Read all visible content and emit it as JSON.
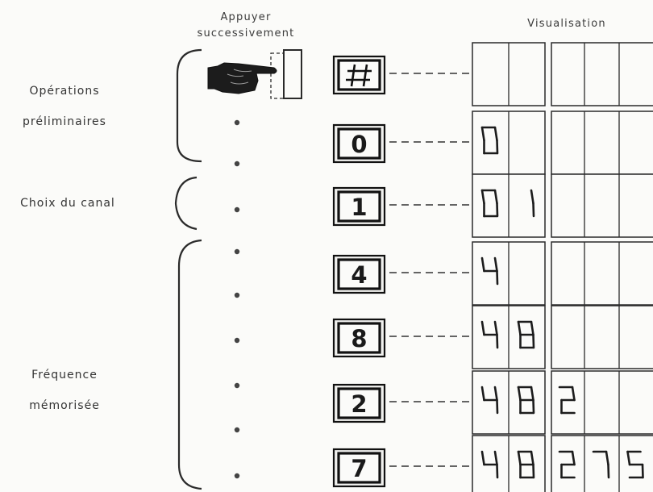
{
  "header": {
    "press_line1": "Appuyer",
    "press_line2": "successivement",
    "display": "Visualisation"
  },
  "groups": [
    {
      "line1": "Opérations",
      "line2": "préliminaires"
    },
    {
      "line1": "Choix du canal",
      "line2": ""
    },
    {
      "line1": "Fréquence",
      "line2": "mémorisée"
    }
  ],
  "steps": [
    {
      "key": "#",
      "display": ""
    },
    {
      "key": "0",
      "display": "0"
    },
    {
      "key": "1",
      "display": "01"
    },
    {
      "key": "4",
      "display": "4"
    },
    {
      "key": "8",
      "display": "48"
    },
    {
      "key": "2",
      "display": "482"
    },
    {
      "key": "7",
      "display": "48275"
    }
  ],
  "icons": {
    "pointer": "pointing-hand-icon"
  }
}
